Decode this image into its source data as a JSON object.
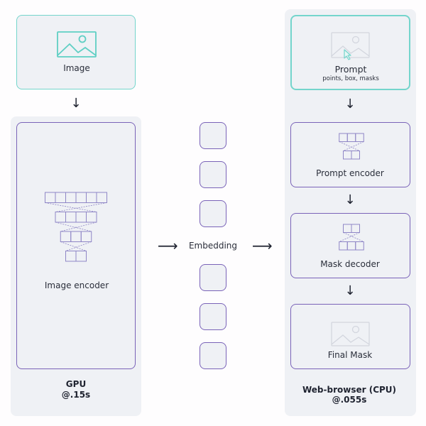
{
  "colors": {
    "background": "#fefdfe",
    "panel": "#eff1f5",
    "teal_border": "#74d5cc",
    "purple_border": "#7a63b8",
    "encoder_grid": "#8f86c6",
    "faint_icon": "#d3d6de",
    "text": "#1f2330"
  },
  "left_column": {
    "input": {
      "label": "Image",
      "icon": "image-icon"
    },
    "arrow_down": "↓",
    "encoder": {
      "label": "Image encoder",
      "icon": "encoder-pyramid-icon",
      "block_rows": [
        6,
        4,
        3,
        2
      ]
    },
    "device": {
      "name": "GPU",
      "timing": "@.15s"
    }
  },
  "middle_column": {
    "arrow_in": "⟶",
    "label": "Embedding",
    "arrow_out": "⟶",
    "embedding_blocks_count": 6
  },
  "right_column": {
    "prompt": {
      "label": "Prompt",
      "sublabel": "points, box, masks",
      "icon": "image-with-cursor-icon"
    },
    "arrow_1": "↓",
    "prompt_encoder": {
      "label": "Prompt encoder",
      "icon": "prompt-encoder-icon",
      "block_rows": [
        3,
        2
      ]
    },
    "arrow_2": "↓",
    "mask_decoder": {
      "label": "Mask decoder",
      "icon": "mask-decoder-icon",
      "block_rows": [
        2,
        3
      ]
    },
    "arrow_3": "↓",
    "final_mask": {
      "label": "Final Mask",
      "icon": "image-icon"
    },
    "device": {
      "name": "Web-browser (CPU)",
      "timing": "@.055s"
    }
  }
}
